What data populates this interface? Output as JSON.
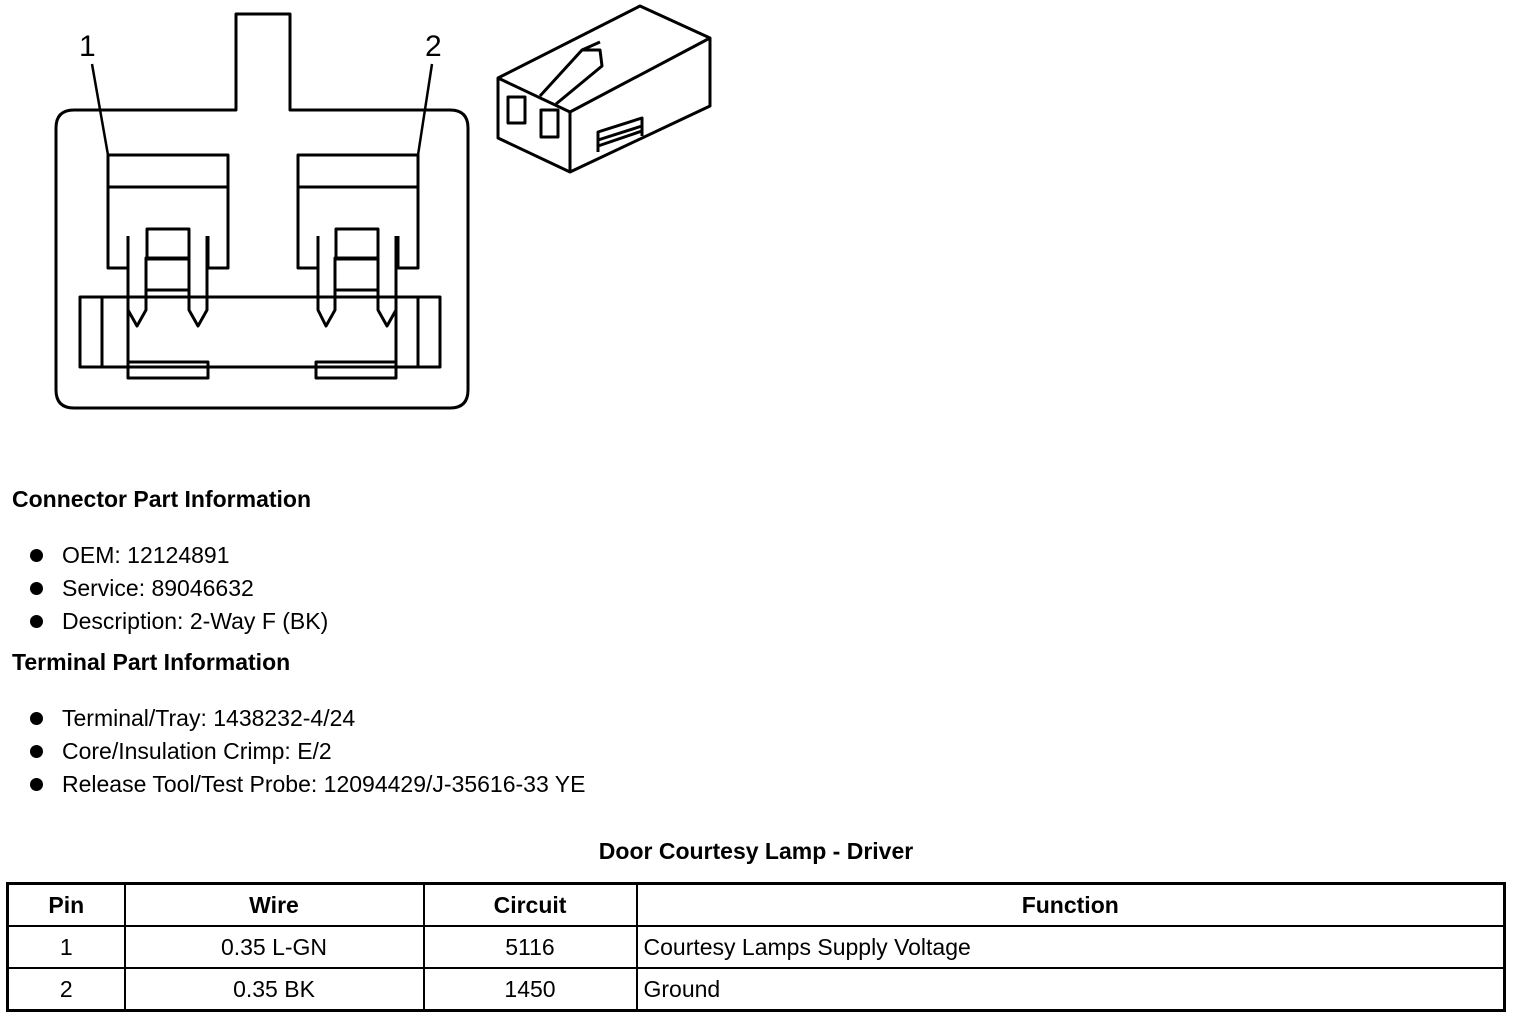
{
  "diagram": {
    "pin_labels": [
      "1",
      "2"
    ]
  },
  "connector_info": {
    "heading": "Connector Part Information",
    "items": [
      "OEM: 12124891",
      "Service: 89046632",
      "Description: 2-Way F (BK)"
    ]
  },
  "terminal_info": {
    "heading": "Terminal Part Information",
    "items": [
      "Terminal/Tray: 1438232-4/24",
      "Core/Insulation Crimp: E/2",
      "Release Tool/Test Probe: 12094429/J-35616-33 YE"
    ]
  },
  "table": {
    "title": "Door Courtesy Lamp - Driver",
    "headers": [
      "Pin",
      "Wire",
      "Circuit",
      "Function"
    ],
    "rows": [
      [
        "1",
        "0.35 L-GN",
        "5116",
        "Courtesy Lamps Supply Voltage"
      ],
      [
        "2",
        "0.35 BK",
        "1450",
        "Ground"
      ]
    ]
  }
}
